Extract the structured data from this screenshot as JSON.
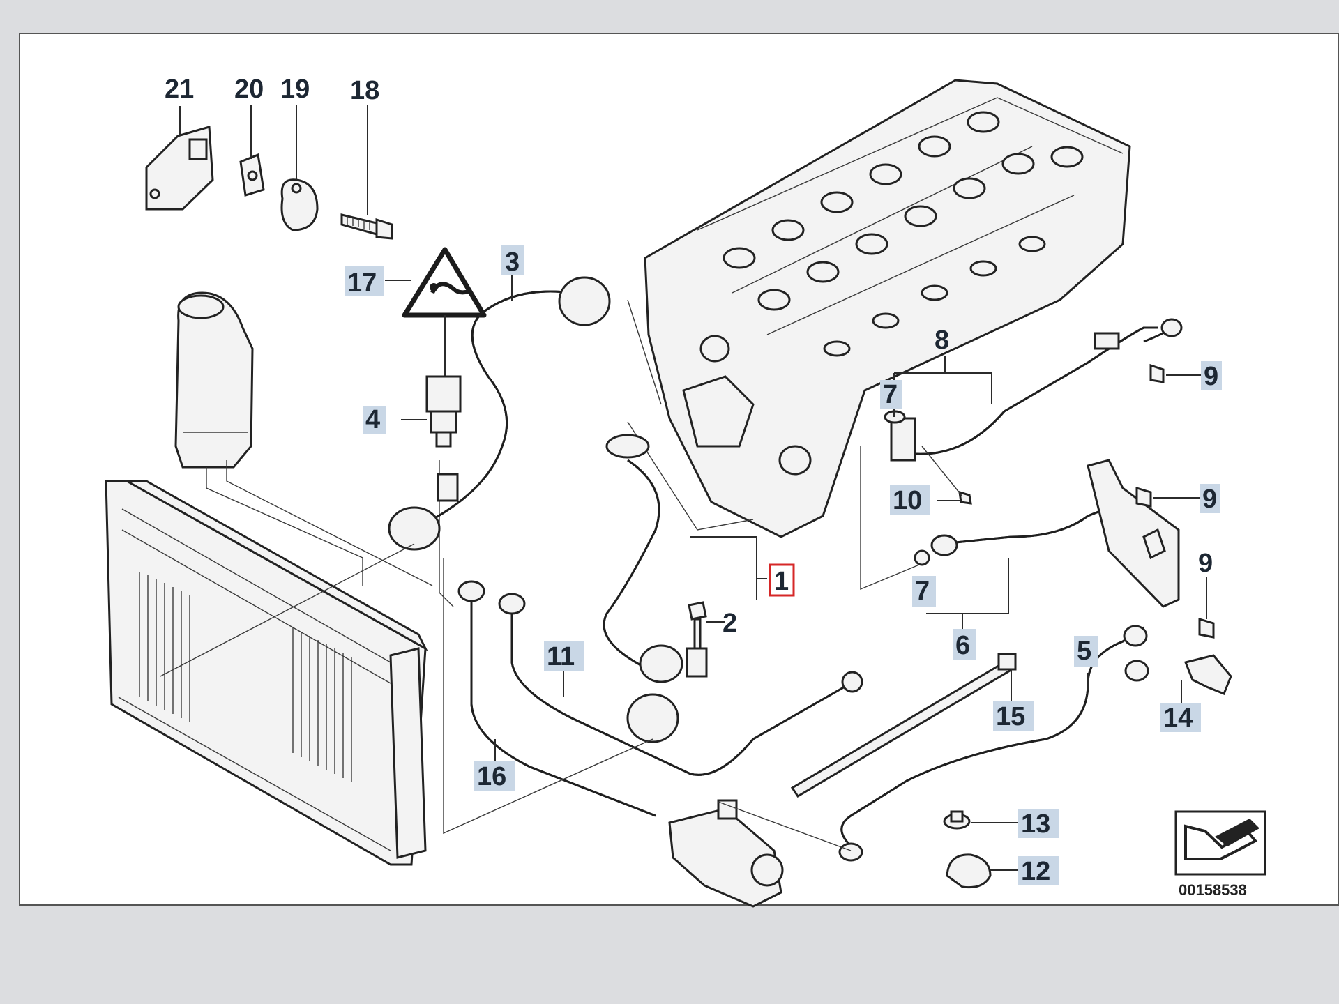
{
  "callouts": [
    {
      "id": "1",
      "label": "1"
    },
    {
      "id": "2",
      "label": "2"
    },
    {
      "id": "3",
      "label": "3"
    },
    {
      "id": "4",
      "label": "4"
    },
    {
      "id": "5",
      "label": "5"
    },
    {
      "id": "6",
      "label": "6"
    },
    {
      "id": "7a",
      "label": "7"
    },
    {
      "id": "7b",
      "label": "7"
    },
    {
      "id": "8",
      "label": "8"
    },
    {
      "id": "9a",
      "label": "9"
    },
    {
      "id": "9b",
      "label": "9"
    },
    {
      "id": "9c",
      "label": "9"
    },
    {
      "id": "10",
      "label": "10"
    },
    {
      "id": "11",
      "label": "11"
    },
    {
      "id": "12",
      "label": "12"
    },
    {
      "id": "13",
      "label": "13"
    },
    {
      "id": "14",
      "label": "14"
    },
    {
      "id": "15",
      "label": "15"
    },
    {
      "id": "16",
      "label": "16"
    },
    {
      "id": "17",
      "label": "17"
    },
    {
      "id": "18",
      "label": "18"
    },
    {
      "id": "19",
      "label": "19"
    },
    {
      "id": "20",
      "label": "20"
    },
    {
      "id": "21",
      "label": "21"
    }
  ],
  "catalog": {
    "number": "00158538"
  },
  "colors": {
    "page": "#ffffff",
    "label_highlight": "#c9d7e6",
    "selected_outline": "#d62828",
    "ink": "#1d2733"
  }
}
